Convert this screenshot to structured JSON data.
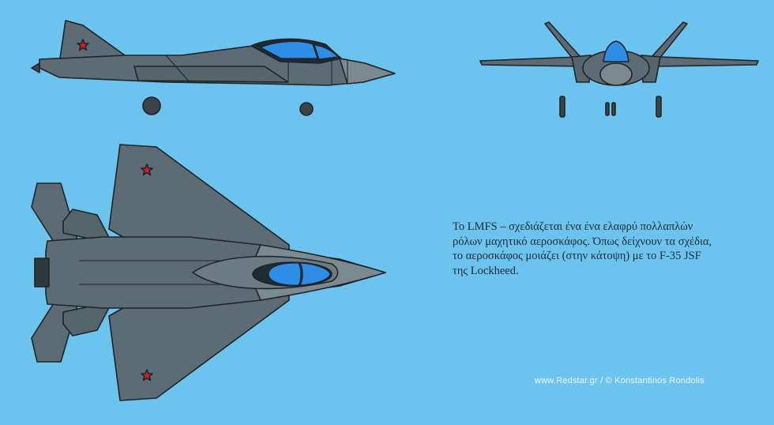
{
  "caption": {
    "lines": [
      "Το LMFS – σχεδιάζεται ένα ένα ελαφρύ πολλαπλών",
      "ρόλων μαχητικό αεροσκάφος. Όπως δείχνουν τα σχέδια,",
      "το αεροσκάφος  μοιάζει (στην κάτοψη) με το F-35 JSF",
      "της Lockheed."
    ]
  },
  "credit": "www.Redstar.gr / ©  Konstantinos Rondolis",
  "colors": {
    "background": "#6cc4ee",
    "airframe": "#5d6c74",
    "outline": "#1e2429",
    "canopy": "#2e8de6",
    "nose": "#7b8990",
    "star": "#d81f26"
  },
  "icons": {
    "insignia": "red-star-icon"
  }
}
